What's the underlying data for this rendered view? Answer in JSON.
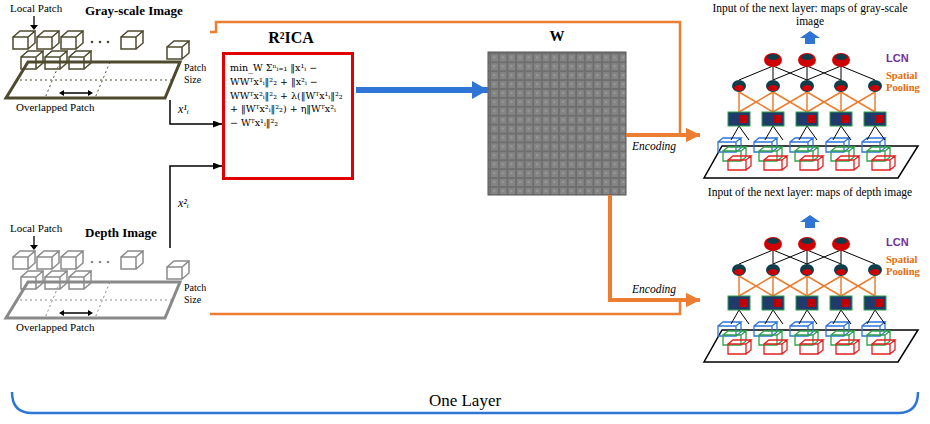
{
  "diagram": {
    "nodes": [
      {
        "text": [
          "Gray-scale Image"
        ]
      },
      {
        "text": [
          "Depth Image"
        ]
      },
      {
        "text": [
          "R²ICA",
          "min_W Σⁿᵢ₌₁ ‖x¹ᵢ − WWᵀx¹ᵢ‖²₂ + ‖x²ᵢ − WWᵀx²ᵢ‖²₂ + λ(‖Wᵀx¹ᵢ‖²₂ + ‖Wᵀx²ᵢ‖²₂) + η‖Wᵀx²ᵢ − Wᵀx¹ᵢ‖²₂"
        ]
      },
      {
        "text": [
          "W"
        ]
      },
      {
        "text": [
          "Input of the next layer: maps of gray-scale image"
        ]
      },
      {
        "text": [
          "Input of the next layer: maps of depth image"
        ]
      }
    ],
    "edges": [
      {
        "from": 0,
        "to": 2,
        "arrow": "to",
        "label": "x¹ᵢ"
      },
      {
        "from": 1,
        "to": 2,
        "arrow": "to",
        "label": "x²ᵢ"
      },
      {
        "from": 2,
        "to": 3,
        "arrow": "to"
      },
      {
        "from": 0,
        "to": 4,
        "arrow": "to"
      },
      {
        "from": 3,
        "to": 4,
        "arrow": "to",
        "label": "Encoding"
      },
      {
        "from": 1,
        "to": 5,
        "arrow": "to"
      },
      {
        "from": 3,
        "to": 5,
        "arrow": "to",
        "label": "Encoding"
      }
    ],
    "labels": [
      "Local Patch",
      "Overlapped Patch",
      "Patch Size",
      "Local Patch",
      "Overlapped Patch",
      "Patch Size",
      "LCN",
      "Spatial Pooling",
      "LCN",
      "Spatial Pooling",
      "One Layer"
    ]
  }
}
